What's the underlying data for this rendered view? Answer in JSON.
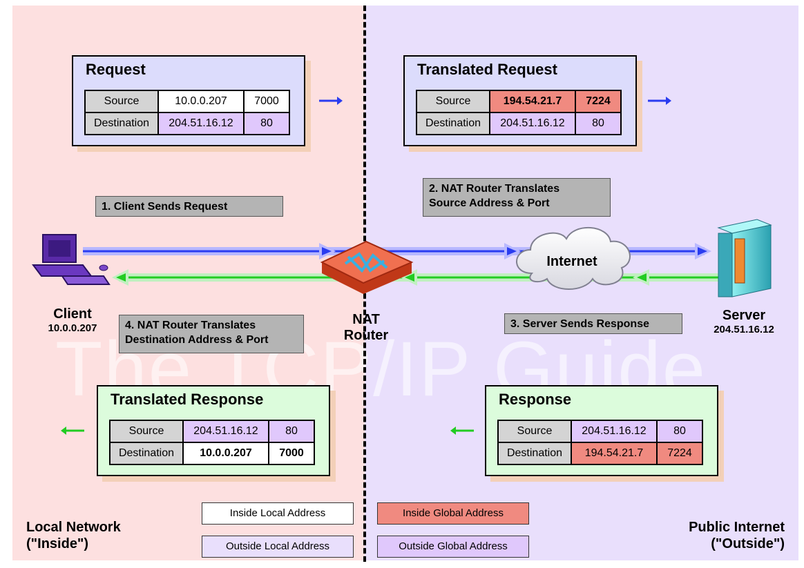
{
  "watermark": "The TCP/IP Guide",
  "colors": {
    "inside_bg": "#fde0e0",
    "outside_bg": "#e9dffc",
    "request_flow": "#2a3cf0",
    "response_flow": "#22cc22",
    "inside_local": "#ffffff",
    "inside_global": "#f08a80",
    "outside_local": "#e0c8fc",
    "outside_global": "#e0c8fc"
  },
  "packets": {
    "request": {
      "title": "Request",
      "rows": [
        {
          "label": "Source",
          "addr": "10.0.0.207",
          "port": "7000"
        },
        {
          "label": "Destination",
          "addr": "204.51.16.12",
          "port": "80"
        }
      ]
    },
    "translated_request": {
      "title": "Translated Request",
      "rows": [
        {
          "label": "Source",
          "addr": "194.54.21.7",
          "port": "7224"
        },
        {
          "label": "Destination",
          "addr": "204.51.16.12",
          "port": "80"
        }
      ]
    },
    "translated_response": {
      "title": "Translated Response",
      "rows": [
        {
          "label": "Source",
          "addr": "204.51.16.12",
          "port": "80"
        },
        {
          "label": "Destination",
          "addr": "10.0.0.207",
          "port": "7000"
        }
      ]
    },
    "response": {
      "title": "Response",
      "rows": [
        {
          "label": "Source",
          "addr": "204.51.16.12",
          "port": "80"
        },
        {
          "label": "Destination",
          "addr": "194.54.21.7",
          "port": "7224"
        }
      ]
    }
  },
  "steps": {
    "s1": "1. Client Sends Request",
    "s2_line1": "2. NAT Router Translates",
    "s2_line2": "Source Address & Port",
    "s3": "3. Server Sends Response",
    "s4_line1": "4. NAT Router Translates",
    "s4_line2": "Destination Address & Port"
  },
  "nodes": {
    "client_name": "Client",
    "client_ip": "10.0.0.207",
    "router_line1": "NAT",
    "router_line2": "Router",
    "internet": "Internet",
    "server_name": "Server",
    "server_ip": "204.51.16.12"
  },
  "legend": {
    "inside_local": "Inside Local Address",
    "outside_local": "Outside Local Address",
    "inside_global": "Inside Global Address",
    "outside_global": "Outside Global Address"
  },
  "regions": {
    "local_line1": "Local Network",
    "local_line2": "(\"Inside\")",
    "public_line1": "Public Internet",
    "public_line2": "(\"Outside\")"
  }
}
